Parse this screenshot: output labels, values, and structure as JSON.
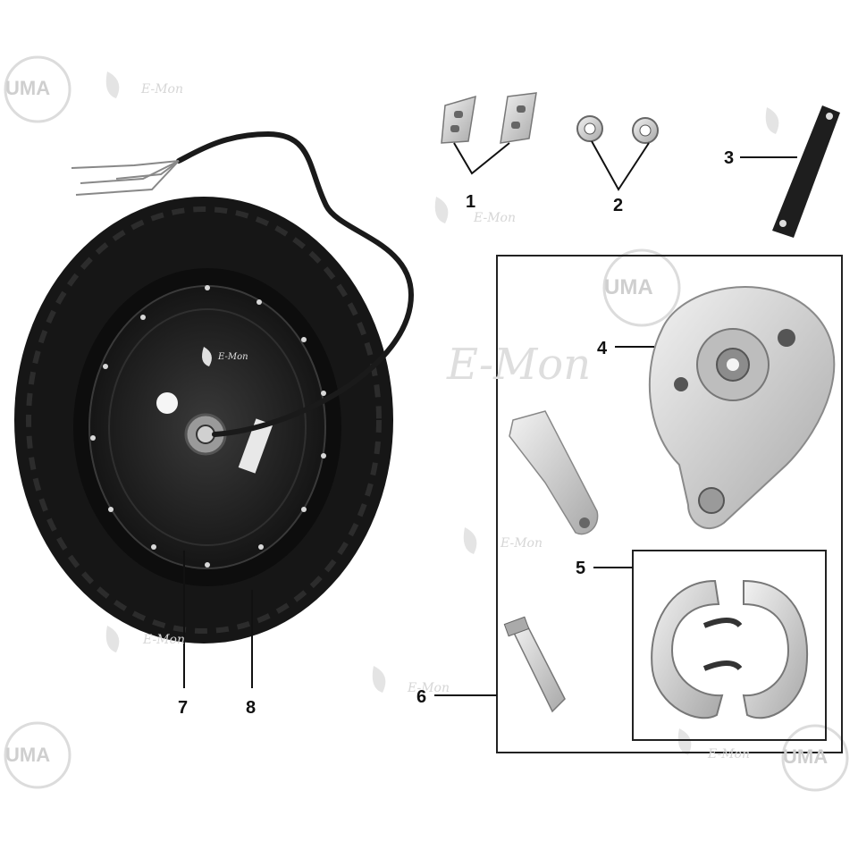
{
  "watermarks": {
    "uma": "UMA",
    "emon": "E-Mon"
  },
  "callouts": [
    {
      "id": "1",
      "label": "1"
    },
    {
      "id": "2",
      "label": "2"
    },
    {
      "id": "3",
      "label": "3"
    },
    {
      "id": "4",
      "label": "4"
    },
    {
      "id": "5",
      "label": "5"
    },
    {
      "id": "6",
      "label": "6"
    },
    {
      "id": "7",
      "label": "7"
    },
    {
      "id": "8",
      "label": "8"
    }
  ],
  "hub_logo_text": "E-Mon",
  "colors": {
    "tire": "#1a1a1a",
    "hub": "#222222",
    "metal": "#cfcfcf",
    "line": "#222222",
    "watermark": "#d9d9d9"
  }
}
